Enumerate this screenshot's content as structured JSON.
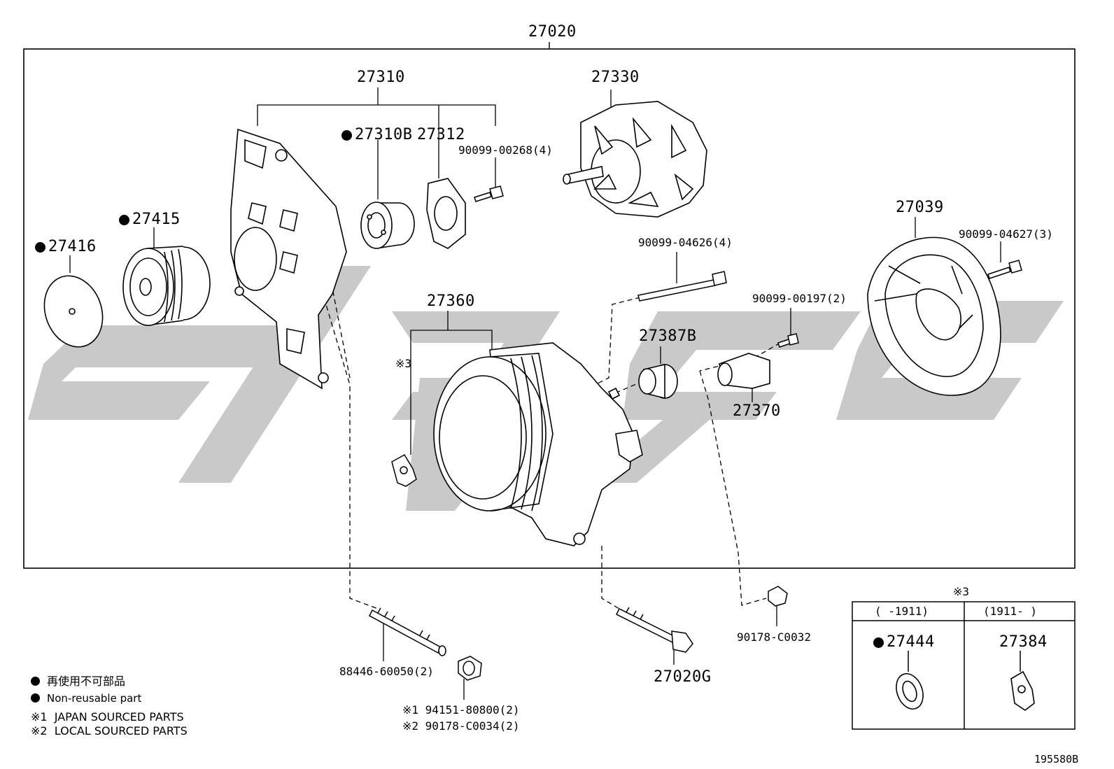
{
  "diagram": {
    "assembly_label": "27020",
    "drawing_number": "195580B",
    "parts": {
      "p27310": "27310",
      "p27310b": "27310B",
      "p27312": "27312",
      "p90099_00268": "90099-00268(4)",
      "p27330": "27330",
      "p27415": "27415",
      "p27416": "27416",
      "p27039": "27039",
      "p90099_04627": "90099-04627(3)",
      "p90099_04626": "90099-04626(4)",
      "p27360": "27360",
      "note3_ref": "※3",
      "p90099_00197": "90099-00197(2)",
      "p27387b": "27387B",
      "p27370": "27370",
      "p90178_c0032": "90178-C0032",
      "p88446_60050": "88446-60050(2)",
      "p94151": "※1 94151-80800(2)",
      "p90178_c0034": "※2 90178-C0034(2)",
      "p27020g": "27020G"
    },
    "inset": {
      "title": "※3",
      "col1_header": "(     -1911)",
      "col2_header": "(1911-     )",
      "col1_part": "27444",
      "col2_part": "27384"
    },
    "legend": {
      "line1": "再使用不可部品",
      "line2": "Non-reusable part",
      "line3": "※1  JAPAN SOURCED PARTS",
      "line4": "※2  LOCAL SOURCED PARTS"
    }
  },
  "colors": {
    "watermark": "#c8c8c8",
    "ink": "#000000"
  }
}
